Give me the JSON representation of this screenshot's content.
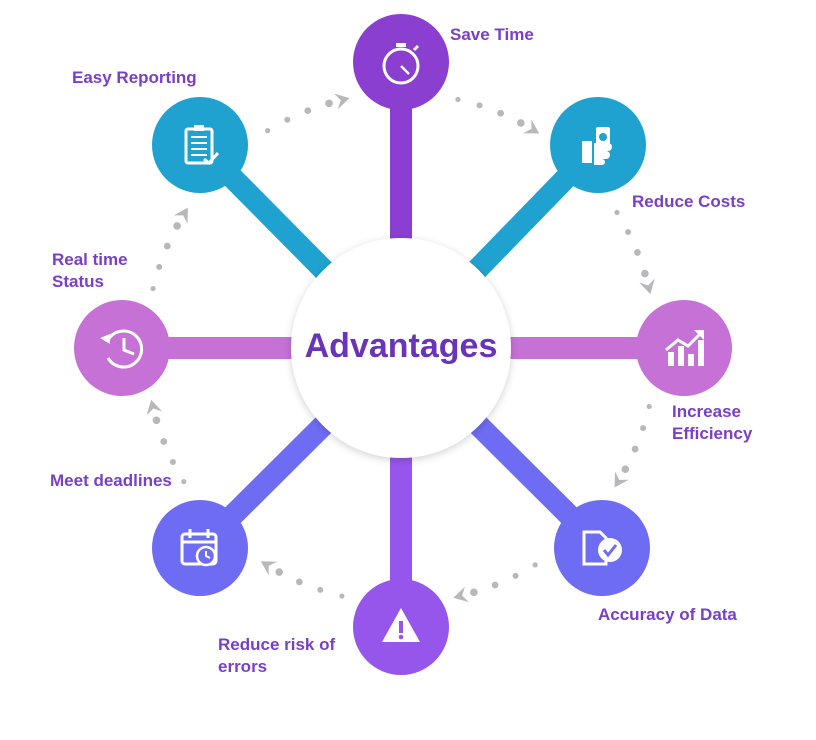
{
  "center": {
    "title": "Advantages",
    "color": "#6a34b8"
  },
  "items": [
    {
      "key": "save-time",
      "label": "Save Time",
      "icon": "stopwatch-icon",
      "color": "#8a3fd0"
    },
    {
      "key": "reduce-costs",
      "label": "Reduce Costs",
      "icon": "money-hand-icon",
      "color": "#1fa2d0"
    },
    {
      "key": "increase-efficiency",
      "label": "Increase\nEfficiency",
      "icon": "growth-chart-icon",
      "color": "#c571d6"
    },
    {
      "key": "accuracy-of-data",
      "label": "Accuracy of Data",
      "icon": "document-check-icon",
      "color": "#6e6cf2"
    },
    {
      "key": "reduce-risk",
      "label": "Reduce risk of\nerrors",
      "icon": "warning-icon",
      "color": "#9656ec"
    },
    {
      "key": "meet-deadlines",
      "label": "Meet deadlines",
      "icon": "calendar-clock-icon",
      "color": "#6e6cf2"
    },
    {
      "key": "real-time-status",
      "label": "Real time\nStatus",
      "icon": "history-clock-icon",
      "color": "#c571d6"
    },
    {
      "key": "easy-reporting",
      "label": "Easy Reporting",
      "icon": "clipboard-check-icon",
      "color": "#1fa2d0"
    }
  ],
  "colors": {
    "label_text": "#7a3fc9",
    "arrow_gray": "#b8b8bc"
  }
}
